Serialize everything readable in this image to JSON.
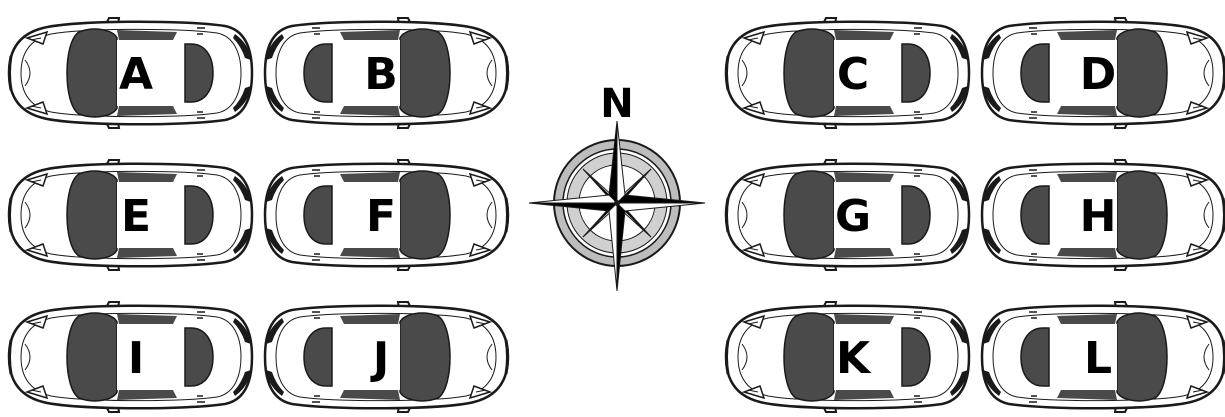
{
  "compass": {
    "north_label": "N",
    "icon": "compass-rose-icon"
  },
  "cars": [
    {
      "label": "A",
      "facing": "west"
    },
    {
      "label": "B",
      "facing": "east"
    },
    {
      "label": "C",
      "facing": "west"
    },
    {
      "label": "D",
      "facing": "east"
    },
    {
      "label": "E",
      "facing": "west"
    },
    {
      "label": "F",
      "facing": "east"
    },
    {
      "label": "G",
      "facing": "west"
    },
    {
      "label": "H",
      "facing": "east"
    },
    {
      "label": "I",
      "facing": "west"
    },
    {
      "label": "J",
      "facing": "east"
    },
    {
      "label": "K",
      "facing": "west"
    },
    {
      "label": "L",
      "facing": "east"
    }
  ],
  "colors": {
    "outline": "#1a1a1a",
    "glass": "#4a4a4a",
    "body": "#ffffff"
  }
}
